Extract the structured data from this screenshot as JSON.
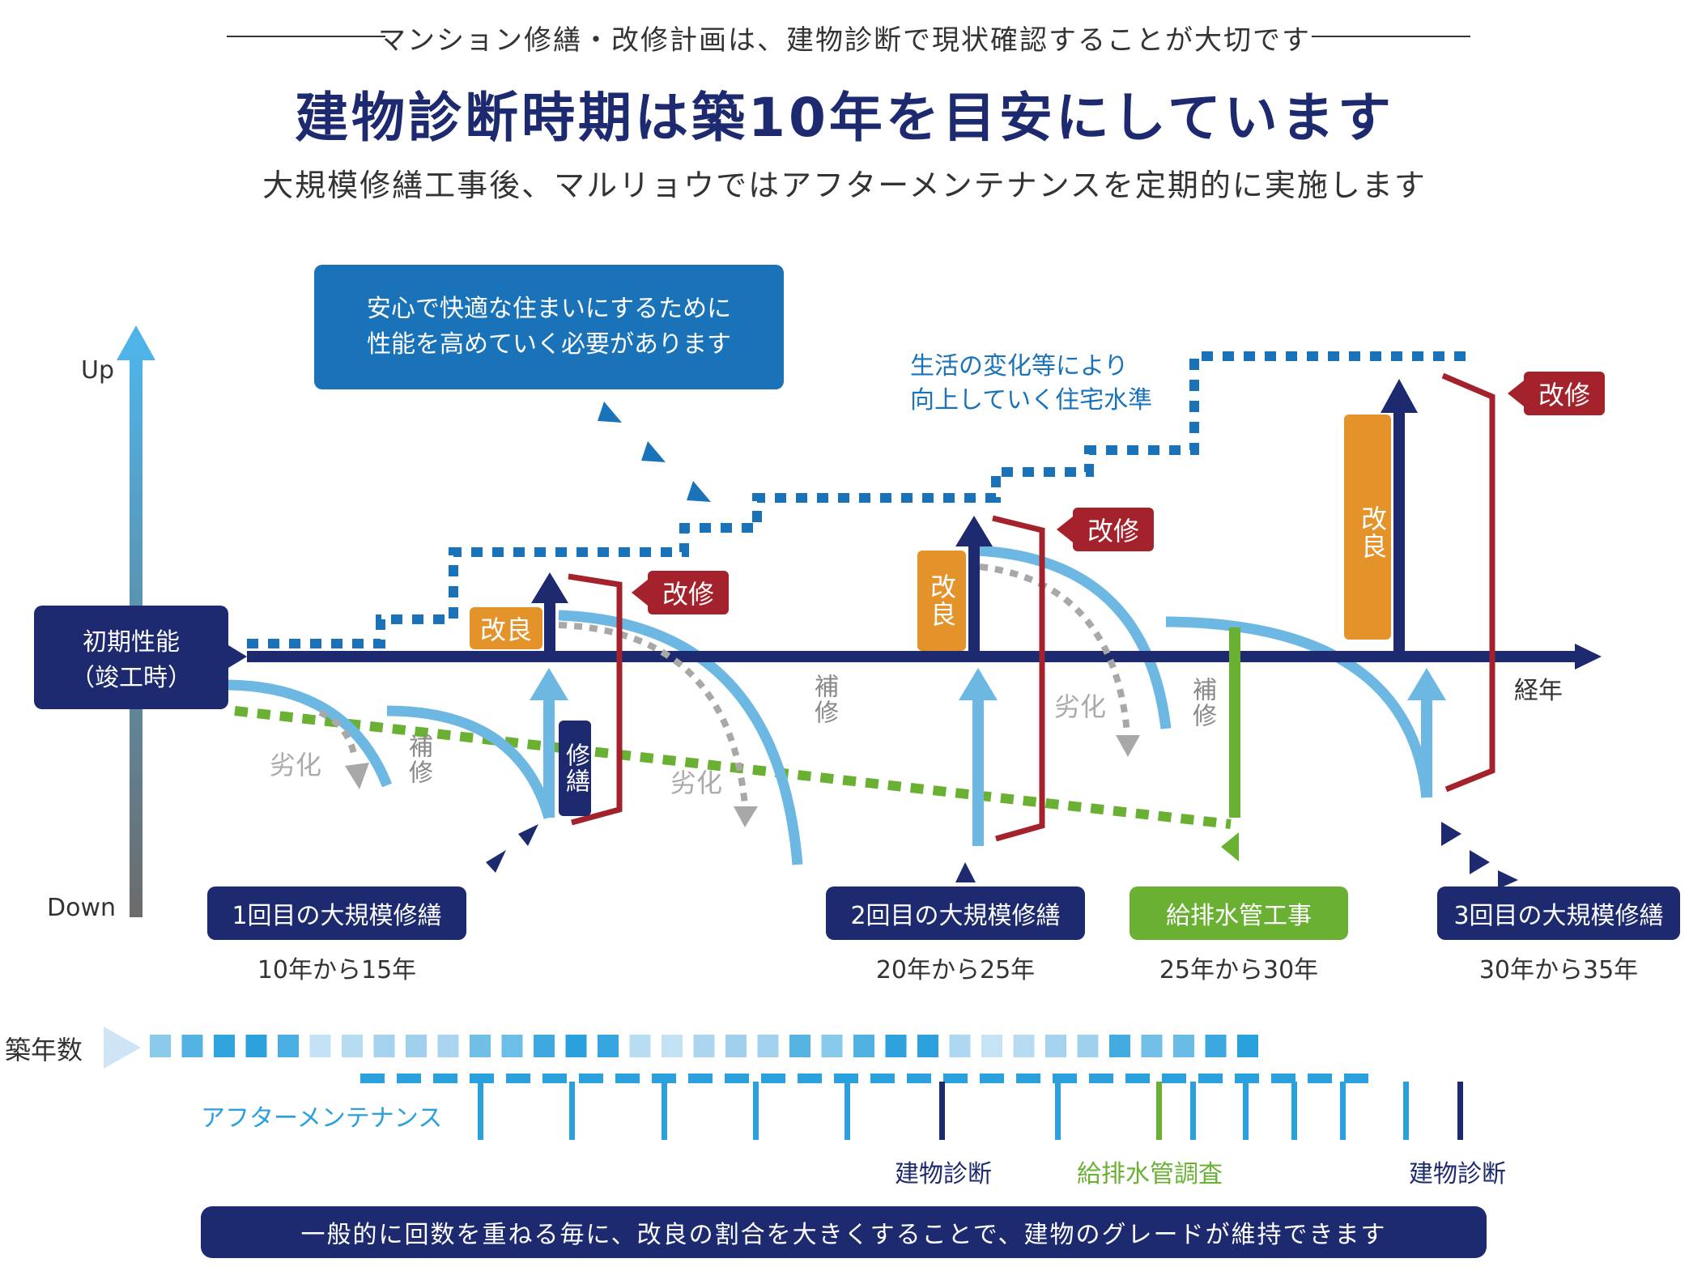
{
  "header": {
    "tagline": "マンション修繕・改修計画は、建物診断で現状確認することが大切です",
    "title": "建物診断時期は築10年を目安にしています",
    "subtitle": "大規模修繕工事後、マルリョウではアフターメンテナンスを定期的に実施します"
  },
  "axis": {
    "up": "Up",
    "down": "Down",
    "time": "経年"
  },
  "initial_box": {
    "line1": "初期性能",
    "line2": "（竣工時）"
  },
  "callout": {
    "line1": "安心で快適な住まいにするために",
    "line2": "性能を高めていく必要があります"
  },
  "standard_note": {
    "line1": "生活の変化等により",
    "line2": "向上していく住宅水準"
  },
  "labels": {
    "kairyo": "改良",
    "kaishu": "改修",
    "hoshu": "補修",
    "shuzen": "修繕",
    "rekka": "劣化"
  },
  "milestones": [
    {
      "title": "1回目の大規模修繕",
      "period": "10年から15年"
    },
    {
      "title": "2回目の大規模修繕",
      "period": "20年から25年"
    },
    {
      "title": "給排水管工事",
      "period": "25年から30年"
    },
    {
      "title": "3回目の大規模修繕",
      "period": "30年から35年"
    }
  ],
  "timeline": {
    "label": "築年数",
    "maintenance_label": "アフターメンテナンス",
    "events": [
      "建物診断",
      "給排水管調査",
      "建物診断"
    ]
  },
  "footer": "一般的に回数を重ねる毎に、改良の割合を大きくすることで、建物のグレードが維持できます",
  "colors": {
    "navy": "#1d2a70",
    "light_blue": "#6cb8e3",
    "mid_blue": "#1a73b8",
    "red": "#a4222b",
    "orange": "#e4922a",
    "green": "#6ab033",
    "gray": "#9a9a9a"
  }
}
